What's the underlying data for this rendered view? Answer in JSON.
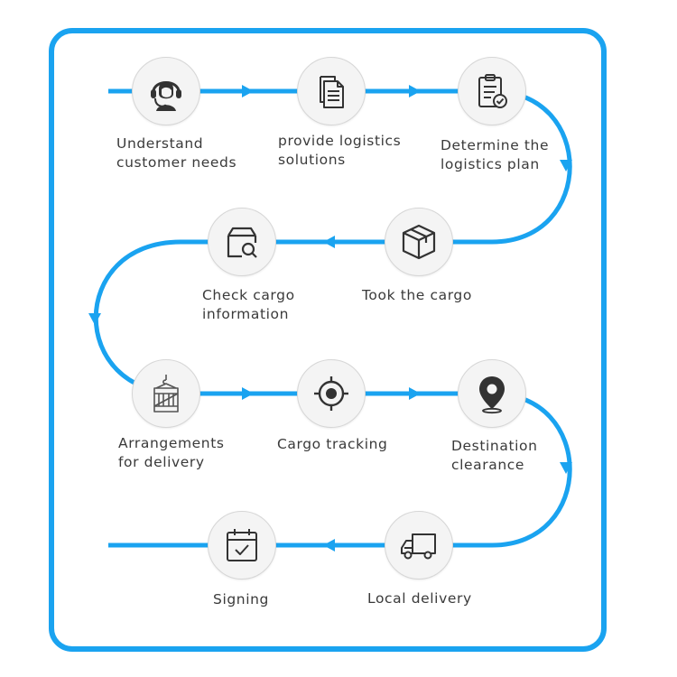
{
  "colors": {
    "flow_line": "#1aa3f0",
    "frame": "#1aa3f0",
    "icon": "#333333",
    "node_bg": "#f4f4f4"
  },
  "steps": [
    {
      "icon": "headset-agent-icon",
      "label_lines": [
        "Understand",
        "customer needs"
      ]
    },
    {
      "icon": "documents-icon",
      "label_lines": [
        "provide logistics",
        "solutions"
      ]
    },
    {
      "icon": "clipboard-check-icon",
      "label_lines": [
        "Determine the",
        "logistics plan"
      ]
    },
    {
      "icon": "package-box-icon",
      "label_lines": [
        "Took the cargo"
      ]
    },
    {
      "icon": "box-search-icon",
      "label_lines": [
        "Check cargo",
        "information"
      ]
    },
    {
      "icon": "crate-hook-icon",
      "label_lines": [
        "Arrangements",
        "for delivery"
      ]
    },
    {
      "icon": "target-crosshair-icon",
      "label_lines": [
        "Cargo tracking"
      ]
    },
    {
      "icon": "map-pin-icon",
      "label_lines": [
        "Destination",
        "clearance"
      ]
    },
    {
      "icon": "delivery-truck-icon",
      "label_lines": [
        "Local delivery"
      ]
    },
    {
      "icon": "calendar-check-icon",
      "label_lines": [
        "Signing"
      ]
    }
  ]
}
